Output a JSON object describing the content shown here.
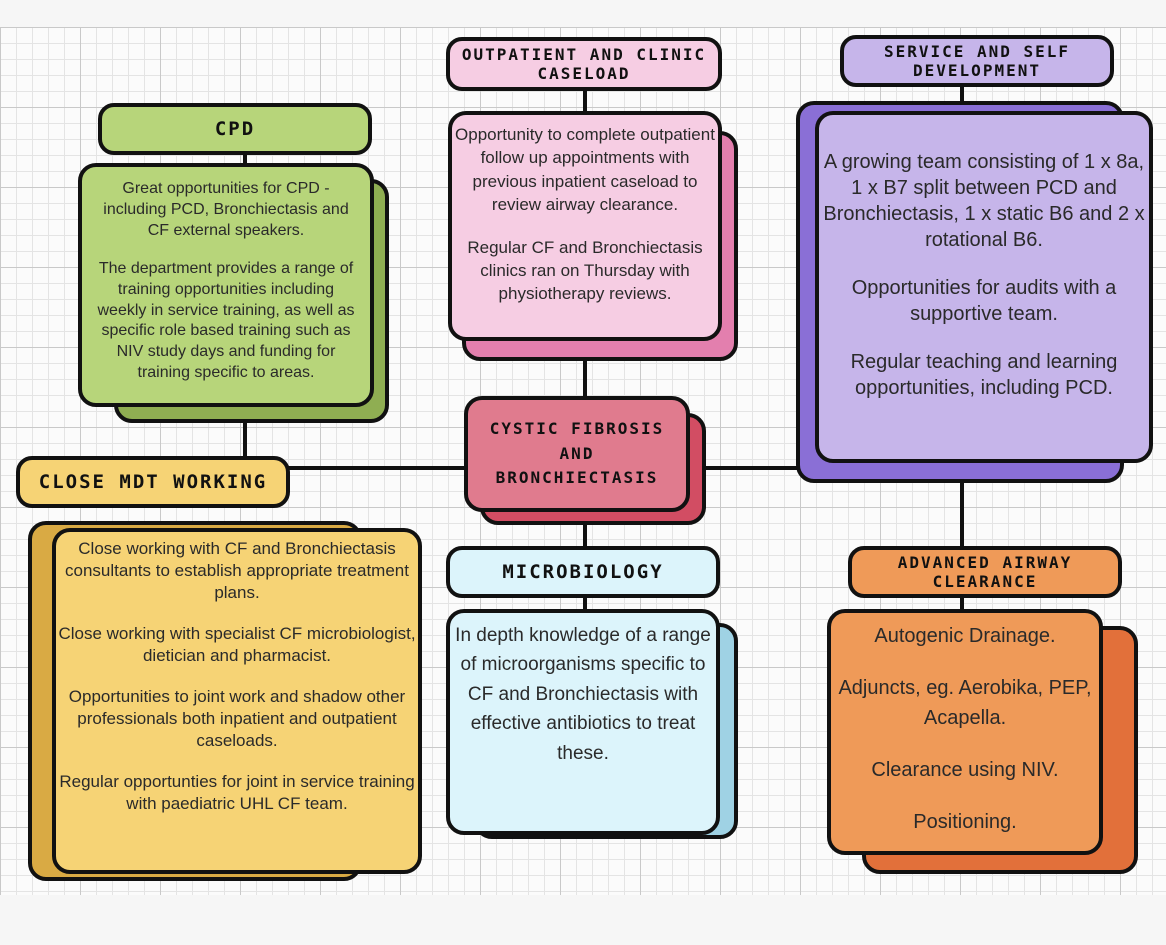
{
  "colors": {
    "green": "#b7d57a",
    "green_shadow": "#8fae52",
    "pink": "#f6cde3",
    "pink_shadow": "#e37fae",
    "purple": "#c6b5ea",
    "purple_shadow": "#8a6fd6",
    "yellow": "#f6d375",
    "yellow_shadow": "#d9aa44",
    "blue": "#dcf4fb",
    "blue_shadow": "#9fd2e4",
    "orange": "#ef9a58",
    "orange_shadow": "#e2703a",
    "red": "#e07b8e",
    "red_shadow": "#d24d63"
  },
  "center": {
    "title": "CYSTIC FIBROSIS AND BRONCHIECTASIS"
  },
  "cpd": {
    "title": "CPD",
    "p1": "Great opportunities for CPD - including PCD, Bronchiectasis and CF external speakers.",
    "p2": "The department provides a range of training opportunities including weekly in service training, as well as specific role based training such as NIV study days and funding for training specific to areas."
  },
  "outpatient": {
    "title": "OUTPATIENT AND CLINIC CASELOAD",
    "p1": "Opportunity to complete outpatient follow up appointments with previous inpatient caseload to review airway clearance.",
    "p2": "Regular CF and Bronchiectasis clinics ran on Thursday with physiotherapy reviews."
  },
  "service": {
    "title": "SERVICE AND SELF DEVELOPMENT",
    "p1": "A growing team consisting of 1 x 8a, 1 x B7 split between PCD and Bronchiectasis, 1 x static B6 and 2 x rotational B6.",
    "p2": "Opportunities for audits with a supportive team.",
    "p3": "Regular teaching and learning opportunities, including PCD."
  },
  "mdt": {
    "title": "CLOSE MDT WORKING",
    "p1": "Close working with CF and Bronchiectasis consultants to establish appropriate treatment plans.",
    "p2": "Close working with specialist CF microbiologist, dietician and pharmacist.",
    "p3": "Opportunities to joint work and shadow other professionals both inpatient and outpatient caseloads.",
    "p4": "Regular opportunties for joint in service training with paediatric UHL CF team."
  },
  "micro": {
    "title": "MICROBIOLOGY",
    "p1": "In depth knowledge of a range of microorganisms specific to CF and Bronchiectasis with effective antibiotics to treat these."
  },
  "airway": {
    "title": "ADVANCED AIRWAY CLEARANCE",
    "p1": "Autogenic Drainage.",
    "p2": "Adjuncts, eg. Aerobika, PEP, Acapella.",
    "p3": "Clearance using NIV.",
    "p4": "Positioning."
  }
}
